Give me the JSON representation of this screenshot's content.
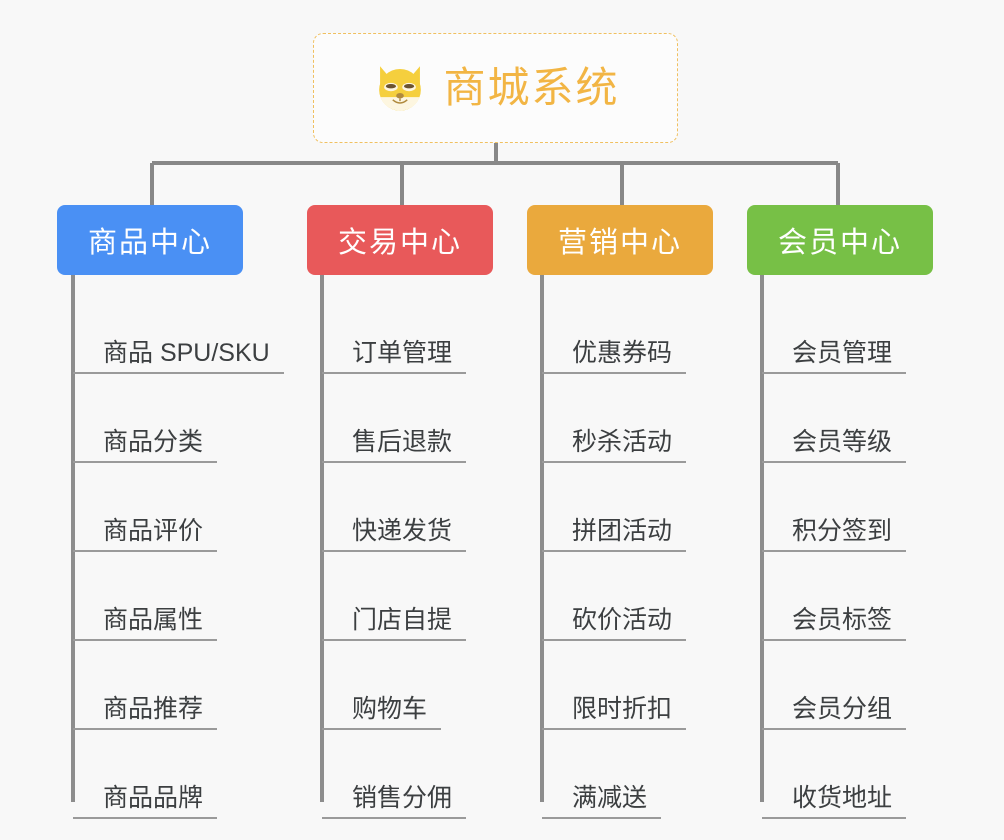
{
  "background_color": "#f8f8f8",
  "root": {
    "title": "商城系统",
    "icon": "shiba-dog-face-icon",
    "color": "#f2b544",
    "border_color": "#f0c060"
  },
  "branches": [
    {
      "label": "商品中心",
      "color": "#4a90f4",
      "items": [
        "商品 SPU/SKU",
        "商品分类",
        "商品评价",
        "商品属性",
        "商品推荐",
        "商品品牌"
      ]
    },
    {
      "label": "交易中心",
      "color": "#e8595a",
      "items": [
        "订单管理",
        "售后退款",
        "快递发货",
        "门店自提",
        "购物车",
        "销售分佣"
      ]
    },
    {
      "label": "营销中心",
      "color": "#eaa93d",
      "items": [
        "优惠券码",
        "秒杀活动",
        "拼团活动",
        "砍价活动",
        "限时折扣",
        "满减送"
      ]
    },
    {
      "label": "会员中心",
      "color": "#77c046",
      "items": [
        "会员管理",
        "会员等级",
        "积分签到",
        "会员标签",
        "会员分组",
        "收货地址"
      ]
    }
  ],
  "wire_color": "#888888",
  "leaf_rule_color": "#9a9a9a"
}
